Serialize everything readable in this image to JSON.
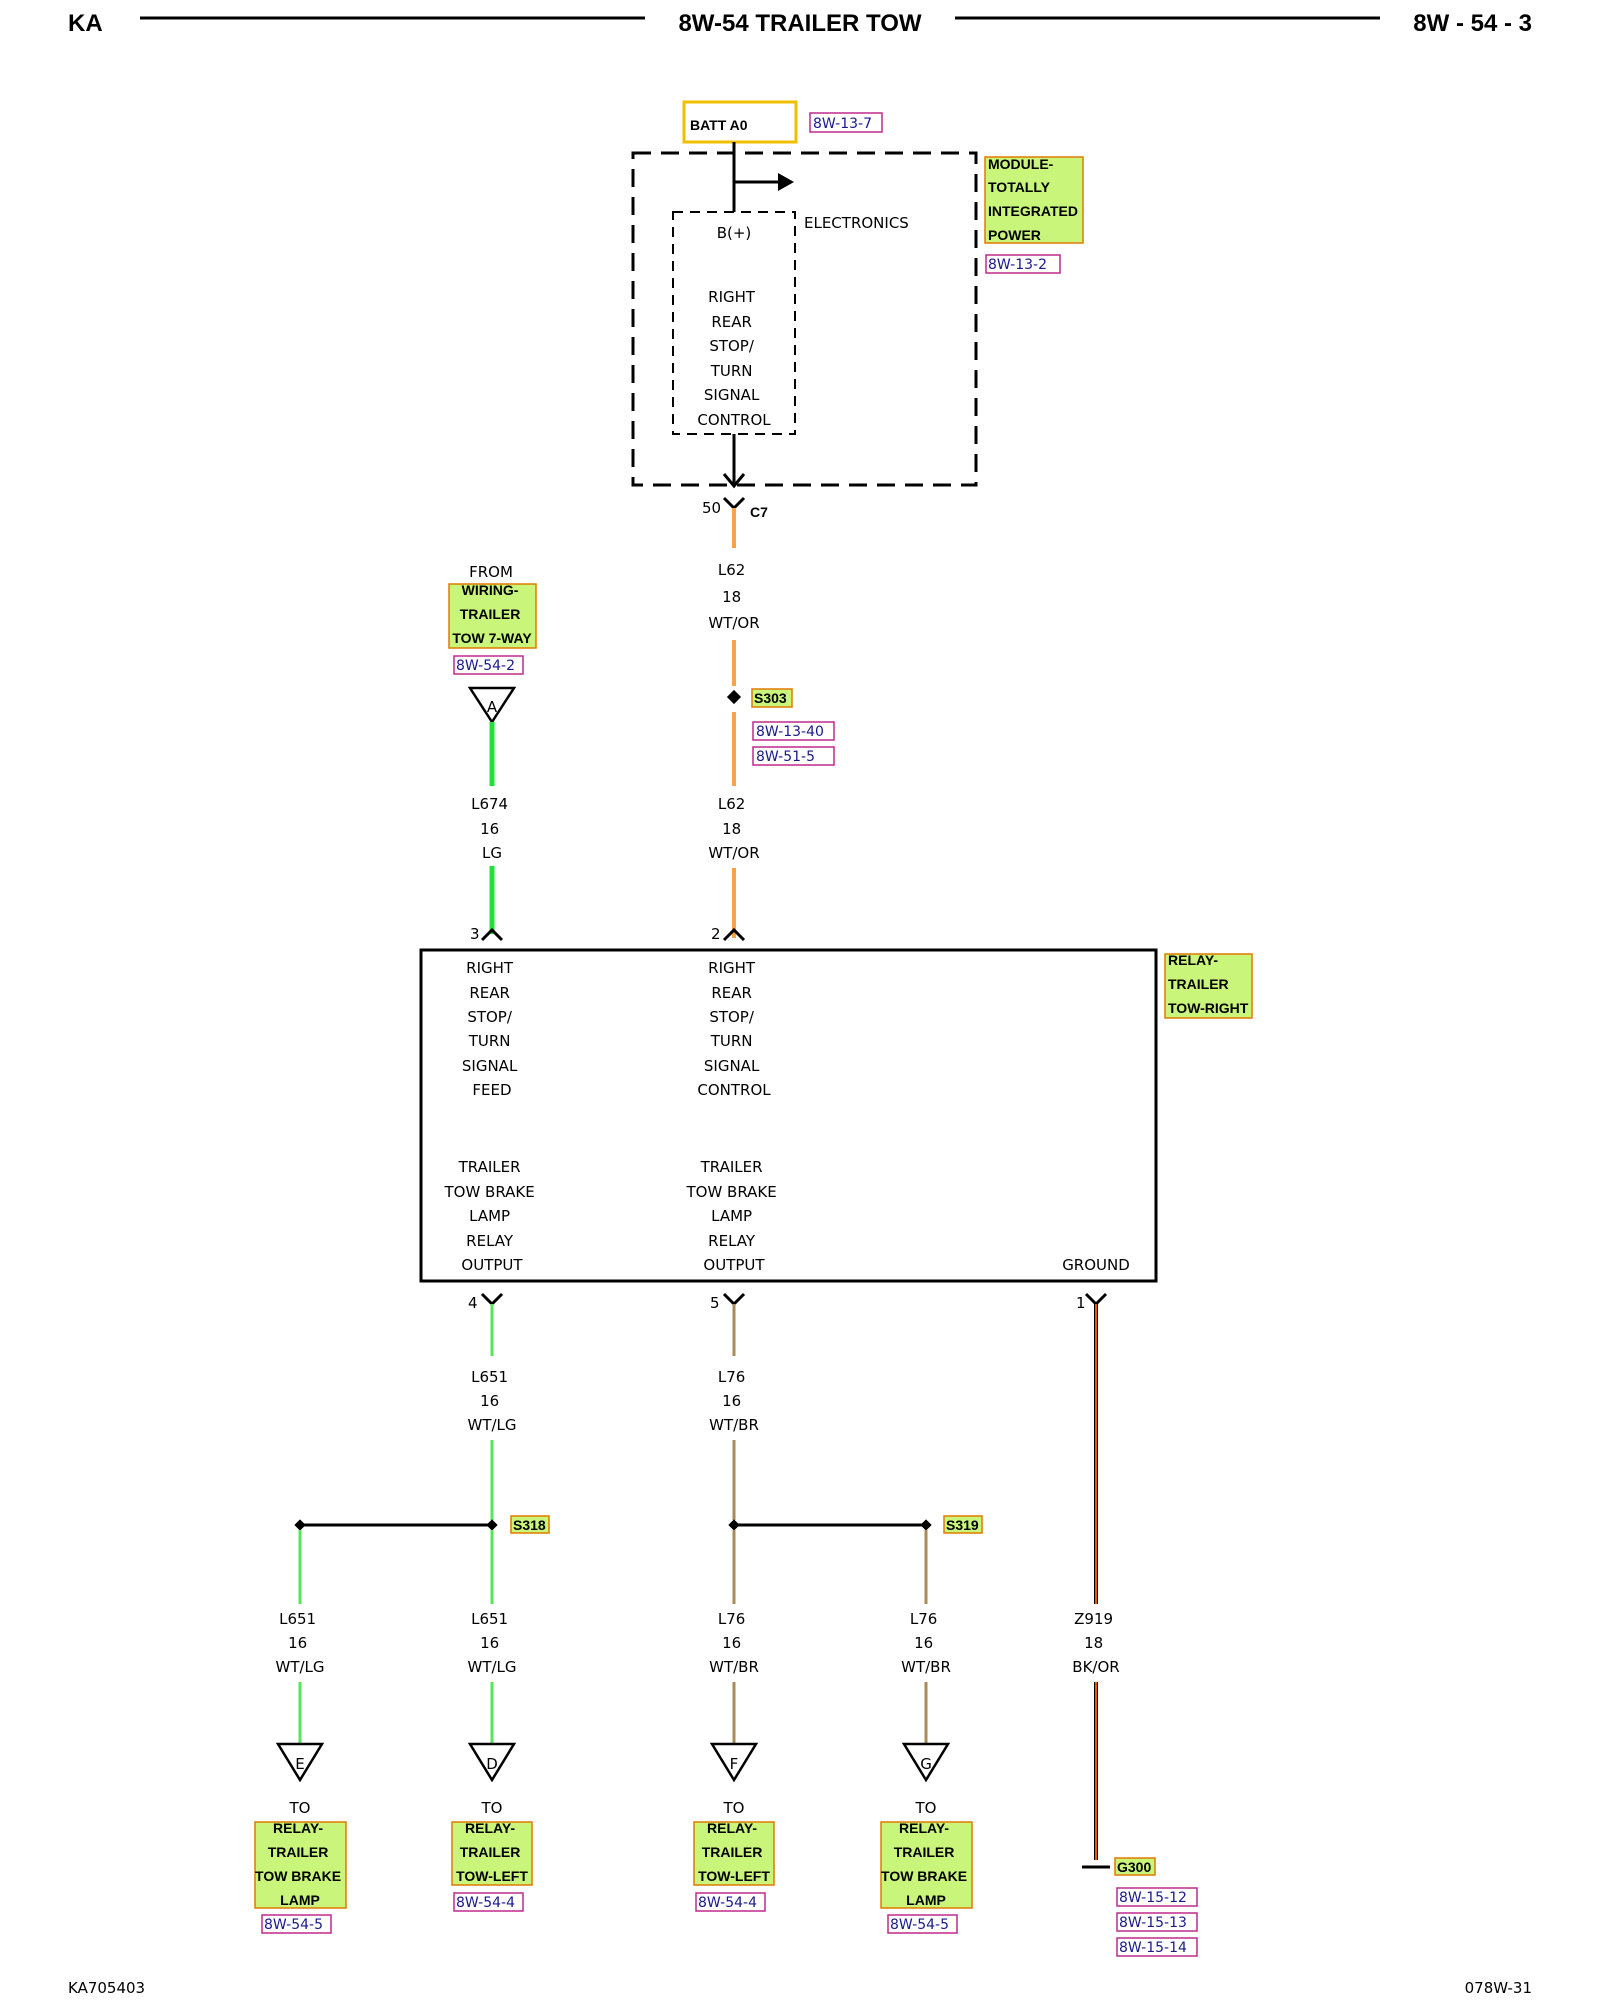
{
  "header": {
    "left": "KA",
    "center": "8W-54 TRAILER TOW",
    "right": "8W - 54 - 3"
  },
  "footer": {
    "left": "KA705403",
    "right": "078W-31"
  },
  "source": {
    "label": "BATT A0",
    "ref": "8W-13-7"
  },
  "module": {
    "name": [
      "MODULE-",
      "TOTALLY",
      "INTEGRATED",
      "POWER"
    ],
    "ref": "8W-13-2",
    "electronics": "ELECTRONICS",
    "bplus": "B(+)",
    "function": [
      "RIGHT",
      "REAR",
      "STOP/",
      "TURN",
      "SIGNAL",
      "CONTROL"
    ]
  },
  "c7": {
    "pin": "50",
    "connector": "C7"
  },
  "from": {
    "prefix": "FROM",
    "name": [
      "WIRING-",
      "TRAILER",
      "TOW 7-WAY"
    ],
    "ref": "8W-54-2",
    "pin": "A"
  },
  "wires": {
    "l62_top": [
      "L62",
      "18",
      "WT/OR"
    ],
    "l62_mid": [
      "L62",
      "18",
      "WT/OR"
    ],
    "l674": [
      "L674",
      "16",
      "LG"
    ],
    "l651_top": [
      "L651",
      "16",
      "WT/LG"
    ],
    "l76_top": [
      "L76",
      "16",
      "WT/BR"
    ],
    "l651_a": [
      "L651",
      "16",
      "WT/LG"
    ],
    "l651_b": [
      "L651",
      "16",
      "WT/LG"
    ],
    "l76_a": [
      "L76",
      "16",
      "WT/BR"
    ],
    "l76_b": [
      "L76",
      "16",
      "WT/BR"
    ],
    "z919": [
      "Z919",
      "18",
      "BK/OR"
    ]
  },
  "splices": {
    "s303": {
      "label": "S303",
      "refs": [
        "8W-13-40",
        "8W-51-5"
      ]
    },
    "s318": {
      "label": "S318"
    },
    "s319": {
      "label": "S319"
    }
  },
  "relay": {
    "name": [
      "RELAY-",
      "TRAILER",
      "TOW-RIGHT"
    ],
    "pins": {
      "p3": "3",
      "p2": "2",
      "p4": "4",
      "p5": "5",
      "p1": "1"
    },
    "feed": [
      "RIGHT",
      "REAR",
      "STOP/",
      "TURN",
      "SIGNAL",
      "FEED"
    ],
    "control": [
      "RIGHT",
      "REAR",
      "STOP/",
      "TURN",
      "SIGNAL",
      "CONTROL"
    ],
    "output_left": [
      "TRAILER",
      "TOW BRAKE",
      "LAMP",
      "RELAY",
      "OUTPUT"
    ],
    "output_mid": [
      "TRAILER",
      "TOW BRAKE",
      "LAMP",
      "RELAY",
      "OUTPUT"
    ],
    "ground": "GROUND"
  },
  "destinations": [
    {
      "pin": "E",
      "to": "TO",
      "name": [
        "RELAY-",
        "TRAILER",
        "TOW BRAKE",
        "LAMP"
      ],
      "ref": "8W-54-5"
    },
    {
      "pin": "D",
      "to": "TO",
      "name": [
        "RELAY-",
        "TRAILER",
        "TOW-LEFT"
      ],
      "ref": "8W-54-4"
    },
    {
      "pin": "F",
      "to": "TO",
      "name": [
        "RELAY-",
        "TRAILER",
        "TOW-LEFT"
      ],
      "ref": "8W-54-4"
    },
    {
      "pin": "G",
      "to": "TO",
      "name": [
        "RELAY-",
        "TRAILER",
        "TOW BRAKE",
        "LAMP"
      ],
      "ref": "8W-54-5"
    }
  ],
  "ground_point": {
    "label": "G300",
    "refs": [
      "8W-15-12",
      "8W-15-13",
      "8W-15-14"
    ]
  }
}
